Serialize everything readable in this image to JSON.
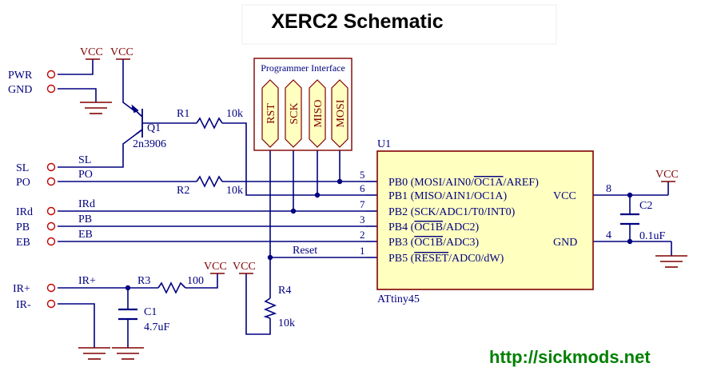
{
  "title": "XERC2 Schematic",
  "url": "http://sickmods.net",
  "colors": {
    "wire": "#000080",
    "power": "#800000",
    "text": "#000080",
    "chip_fill": "#ffffc0",
    "chip_stroke": "#800000",
    "url_green": "#008000",
    "pin_circle": "#c00000"
  },
  "connectors": {
    "pwr": "PWR",
    "gnd": "GND",
    "sl": "SL",
    "po": "PO",
    "ird": "IRd",
    "pb": "PB",
    "eb": "EB",
    "irp": "IR+",
    "irm": "IR-"
  },
  "nets": {
    "sl": "SL",
    "po": "PO",
    "ird": "IRd",
    "pb": "PB",
    "eb": "EB",
    "irp": "IR+",
    "reset": "Reset"
  },
  "power_labels": {
    "vcc1": "VCC",
    "vcc2": "VCC",
    "vcc3": "VCC",
    "vcc4": "VCC",
    "vcc5": "VCC"
  },
  "programmer": {
    "title": "Programmer Interface",
    "pins": [
      "RST",
      "SCK",
      "MISO",
      "MOSI"
    ]
  },
  "transistor": {
    "ref": "Q1",
    "part": "2n3906"
  },
  "resistors": {
    "r1": {
      "ref": "R1",
      "value": "10k"
    },
    "r2": {
      "ref": "R2",
      "value": "10k"
    },
    "r3": {
      "ref": "R3",
      "value": "100"
    },
    "r4": {
      "ref": "R4",
      "value": "10k"
    }
  },
  "capacitors": {
    "c1": {
      "ref": "C1",
      "value": "4.7uF"
    },
    "c2": {
      "ref": "C2",
      "value": "0.1uF"
    }
  },
  "chip": {
    "ref": "U1",
    "part": "ATtiny45",
    "vcc_label": "VCC",
    "gnd_label": "GND",
    "vcc_pin": "8",
    "gnd_pin": "4",
    "pins": [
      {
        "num": "5",
        "pre": "PB0 (MOSI/AIN0/",
        "over": "OC1A",
        "post": "/AREF)"
      },
      {
        "num": "6",
        "pre": "PB1 (MISO/AIN1/OC1A)",
        "over": "",
        "post": ""
      },
      {
        "num": "7",
        "pre": "PB2 (SCK/ADC1/T0/INT0)",
        "over": "",
        "post": ""
      },
      {
        "num": "3",
        "pre": "PB4 (",
        "over": "OC1B",
        "post": "/ADC2)"
      },
      {
        "num": "2",
        "pre": "PB3 (",
        "over": "OC1B",
        "post": "/ADC3)"
      },
      {
        "num": "1",
        "pre": "PB5 (",
        "over": "RESET",
        "post": "/ADC0/dW)"
      }
    ]
  }
}
